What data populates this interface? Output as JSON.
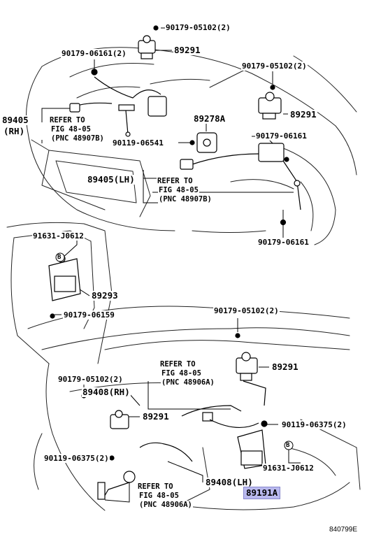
{
  "diagram": {
    "figure_code": "840799E",
    "highlighted_part": "89191A",
    "labels": {
      "l_90179_05102_top": "90179-05102(2)",
      "l_89291_top": "89291",
      "l_90179_06161_left": "90179-06161(2)",
      "l_90179_05102_right": "90179-05102(2)",
      "l_89405_rh_a": "89405",
      "l_89405_rh_b": "(RH)",
      "l_ref_rh_1": "REFER TO",
      "l_ref_rh_2": "FIG 48-05",
      "l_ref_rh_3": "(PNC 48907B)",
      "l_89291_right": "89291",
      "l_89278a": "89278A",
      "l_90119_06541": "90119-06541",
      "l_90179_06161_right": "90179-06161",
      "l_89405_lh": "89405(LH)",
      "l_ref_lh_1": "REFER TO",
      "l_ref_lh_2": "FIG 48-05",
      "l_ref_lh_3": "(PNC 48907B)",
      "l_90179_06161_low": "90179-06161",
      "l_91631_j0612_left": "91631-J0612",
      "l_circle_b_left": "B",
      "l_89293": "89293",
      "l_90179_06159": "90179-06159",
      "l_90179_05102_mid": "90179-05102(2)",
      "l_ref_mid_1": "REFER TO",
      "l_ref_mid_2": "FIG 48-05",
      "l_ref_mid_3": "(PNC 48906A)",
      "l_89291_mid": "89291",
      "l_90179_05102_left": "90179-05102(2)",
      "l_89408_rh": "89408(RH)",
      "l_89291_low": "89291",
      "l_90119_06375_right": "90119-06375(2)",
      "l_90119_06375_left": "90119-06375(2)",
      "l_circle_b_right": "B",
      "l_91631_j0612_right": "91631-J0612",
      "l_89408_lh": "89408(LH)",
      "l_ref_bot_1": "REFER TO",
      "l_ref_bot_2": "FIG 48-05",
      "l_ref_bot_3": "(PNC 48906A)"
    }
  }
}
